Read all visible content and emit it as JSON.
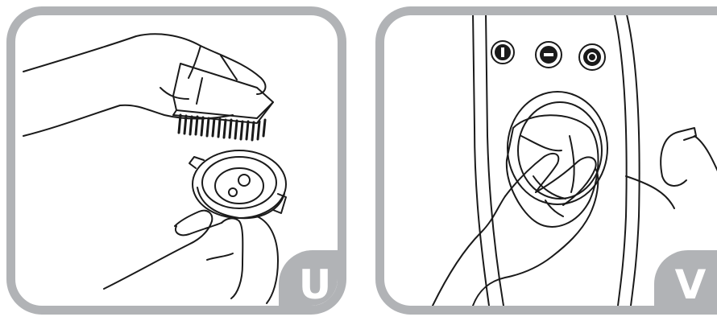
{
  "panels": [
    {
      "label": "U",
      "icon": "brush-cleaning-filter-illustration"
    },
    {
      "label": "V",
      "icon": "cloth-wiping-appliance-illustration"
    }
  ],
  "colors": {
    "frame": "#b1b3b6",
    "line": "#1a1a1a",
    "background": "#ffffff"
  }
}
